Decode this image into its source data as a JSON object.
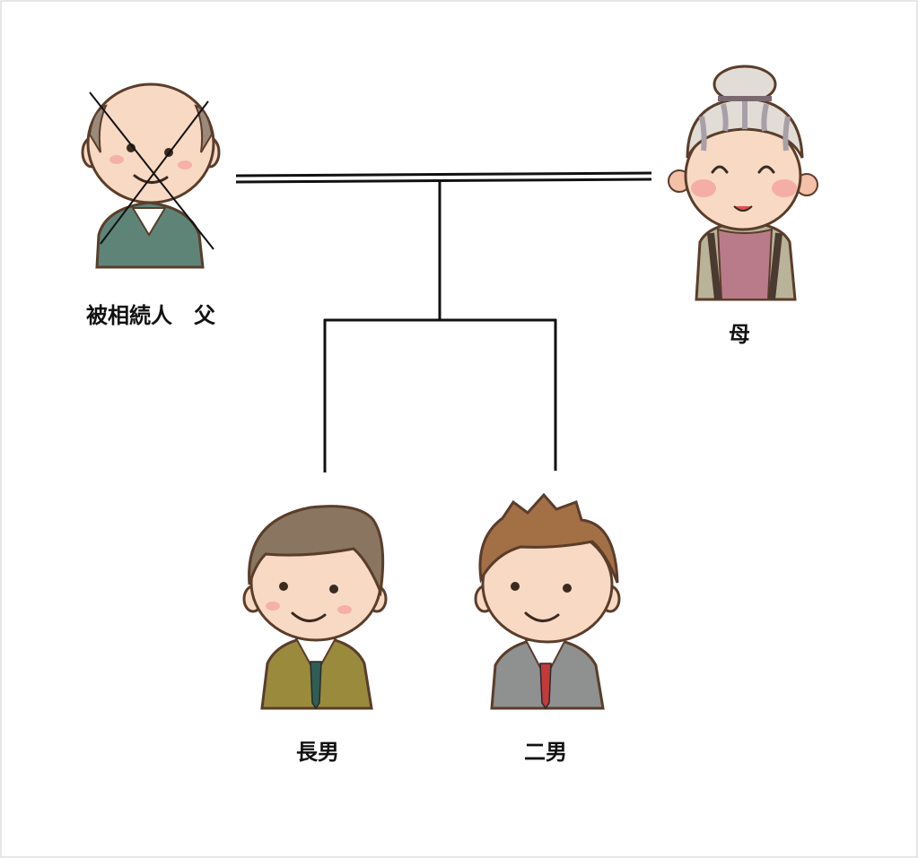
{
  "diagram": {
    "type": "family-tree",
    "nodes": [
      {
        "id": "father",
        "label": "被相続人　父",
        "deceased": true,
        "icon": "elderly-man-icon"
      },
      {
        "id": "mother",
        "label": "母",
        "deceased": false,
        "icon": "elderly-woman-icon"
      },
      {
        "id": "eldest-son",
        "label": "長男",
        "deceased": false,
        "icon": "man-olive-suit-icon"
      },
      {
        "id": "second-son",
        "label": "二男",
        "deceased": false,
        "icon": "man-gray-suit-icon"
      }
    ],
    "edges": [
      {
        "type": "marriage",
        "from": "father",
        "to": "mother"
      },
      {
        "type": "child",
        "from": "marriage",
        "to": "eldest-son"
      },
      {
        "type": "child",
        "from": "marriage",
        "to": "second-son"
      }
    ]
  },
  "colors": {
    "line": "#111111",
    "skin": "#f8d9c4",
    "cheek": "#f4a6a0",
    "outline": "#5a3d2b",
    "father_vest": "#5e8478",
    "mother_cardigan": "#b9b39a",
    "mother_shirt": "#b97b8a",
    "eldest_suit": "#9a8a3c",
    "eldest_tie": "#2f5d57",
    "second_suit": "#8f9090",
    "second_tie": "#c23a3a",
    "eldest_hair": "#8a7660",
    "second_hair": "#a36f45",
    "cross_mark": "#111111"
  }
}
